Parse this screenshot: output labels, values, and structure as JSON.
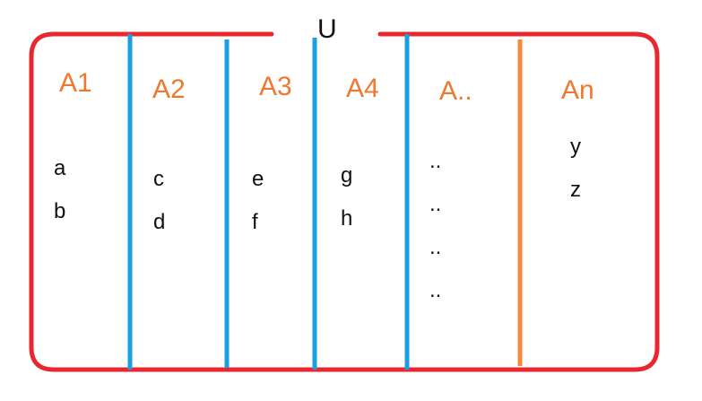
{
  "universe_label": "U",
  "colors": {
    "universe_border": "#e8272e",
    "divider": "#1a9fe0",
    "last_divider": "#f7893a",
    "partition_label": "#f0782e",
    "text": "#111111"
  },
  "partitions": [
    {
      "label": "A1",
      "elements": [
        "a",
        "b"
      ]
    },
    {
      "label": "A2",
      "elements": [
        "c",
        "d"
      ]
    },
    {
      "label": "A3",
      "elements": [
        "e",
        "f"
      ]
    },
    {
      "label": "A4",
      "elements": [
        "g",
        "h"
      ]
    },
    {
      "label": "A..",
      "elements": [
        "..",
        "..",
        "..",
        ".."
      ]
    },
    {
      "label": "An",
      "elements": [
        "y",
        "z"
      ]
    }
  ]
}
